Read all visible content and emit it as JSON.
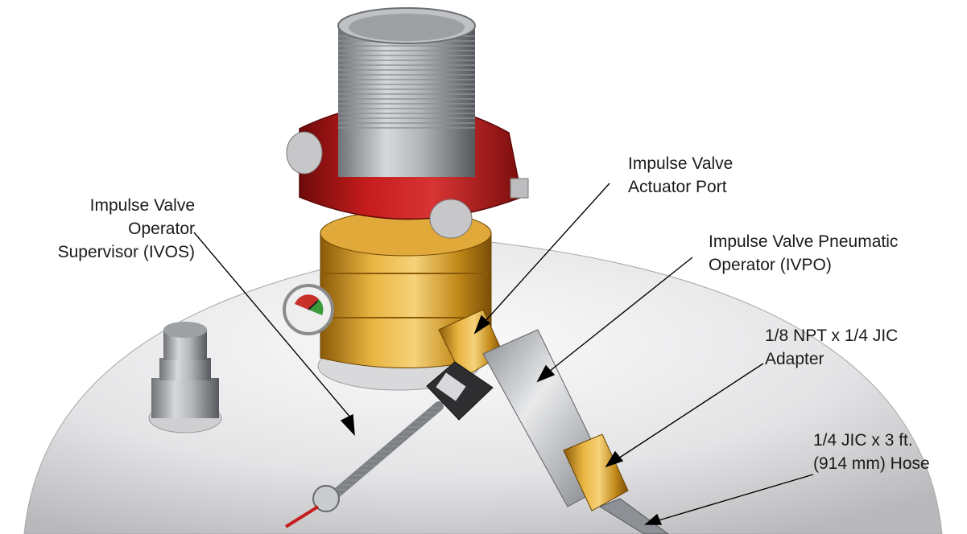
{
  "labels": {
    "ivos": [
      "Impulse Valve",
      "Operator",
      "Supervisor (IVOS)"
    ],
    "actuator_port": [
      "Impulse Valve",
      "Actuator Port"
    ],
    "ivpo": [
      "Impulse Valve Pneumatic",
      "Operator (IVPO)"
    ],
    "adapter": [
      "1/8 NPT x 1/4 JIC",
      "Adapter"
    ],
    "hose": [
      "1/4 JIC x 3 ft.",
      "(914 mm) Hose"
    ]
  },
  "colors": {
    "dome": "#e6e6e8",
    "brass": "#c9921e",
    "red_coupling": "#b81818",
    "steel": "#b9bcc0",
    "leader": "#000000"
  }
}
